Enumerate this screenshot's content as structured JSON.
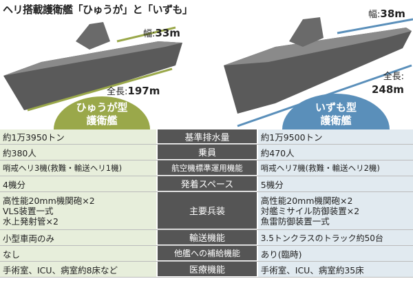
{
  "title": "ヘリ搭載護衛艦「ひゅうが」と「いずも」",
  "hyuga": {
    "width_label": "幅:",
    "width": "33m",
    "length_label": "全長:",
    "length": "197m",
    "badge_line1": "ひゅうが型",
    "badge_line2": "護衛艦",
    "color": "#9aa84a"
  },
  "izumo": {
    "width_label": "幅:",
    "width": "38m",
    "length_label": "全長:",
    "length": "248m",
    "badge_line1": "いずも型",
    "badge_line2": "護衛艦",
    "color": "#5a8fba"
  },
  "rows": [
    {
      "label": "基準排水量",
      "hyuga": "約1万3950トン",
      "izumo": "約1万9500トン"
    },
    {
      "label": "乗員",
      "hyuga": "約380人",
      "izumo": "約470人"
    },
    {
      "label": "航空機標準運用機能",
      "hyuga": "哨戒ヘリ3機(救難・輸送ヘリ1機)",
      "izumo": "哨戒ヘリ7機(救難・輸送ヘリ2機)"
    },
    {
      "label": "発着スペース",
      "hyuga": "4機分",
      "izumo": "5機分"
    },
    {
      "label": "主要兵装",
      "hyuga": [
        "高性能20mm機関砲×2",
        "VLS装置一式",
        "水上発射管×2"
      ],
      "izumo": [
        "高性能20mm機関砲×2",
        "対艦ミサイル防御装置×2",
        "魚雷防御装置一式"
      ]
    },
    {
      "label": "輸送機能",
      "hyuga": "小型車両のみ",
      "izumo": "3.5トンクラスのトラック約50台"
    },
    {
      "label": "他艦への補給機能",
      "hyuga": "なし",
      "izumo": "あり(臨時)"
    },
    {
      "label": "医療機能",
      "hyuga": "手術室、ICU、病室約8床など",
      "izumo": "手術室、ICU、病室約35床"
    }
  ]
}
